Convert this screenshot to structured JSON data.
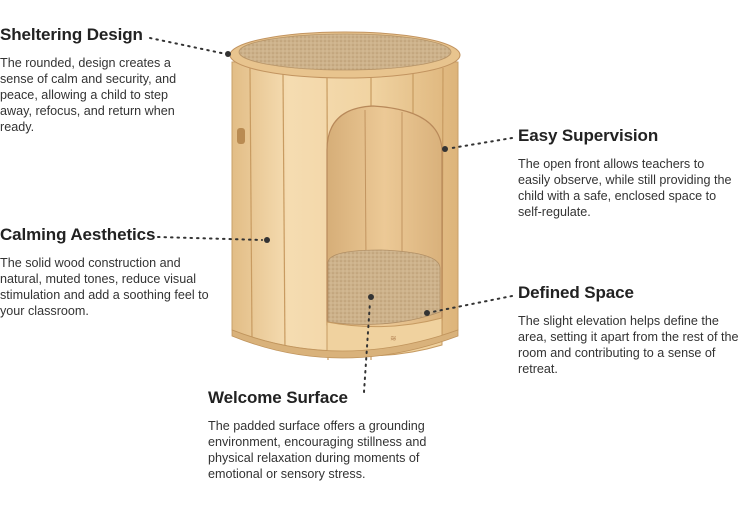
{
  "features": [
    {
      "title": "Sheltering Design",
      "text": "The rounded, design creates a sense of calm and security, and peace, allowing a child to step away, refocus, and return when ready."
    },
    {
      "title": "Calming Aesthetics",
      "text": "The solid wood construction and natural, muted tones, reduce visual stimulation and add a soothing feel to your classroom."
    },
    {
      "title": "Easy Supervision",
      "text": "The open front allows teachers to easily observe, while still providing the child with a safe, enclosed space to self-regulate."
    },
    {
      "title": "Defined Space",
      "text": "The slight elevation helps define the area, setting it apart from the rest of the room and contributing to a sense of retreat."
    },
    {
      "title": "Welcome Surface",
      "text": "The padded surface offers a grounding environment, encouraging stillness and physical relaxation during moments of emotional or sensory stress."
    }
  ],
  "colors": {
    "wood_light": "#f3d9ad",
    "wood_mid": "#e8c48e",
    "wood_dark": "#c99a5e",
    "carpet": "#c8ac85",
    "leader_dot": "#333333"
  }
}
